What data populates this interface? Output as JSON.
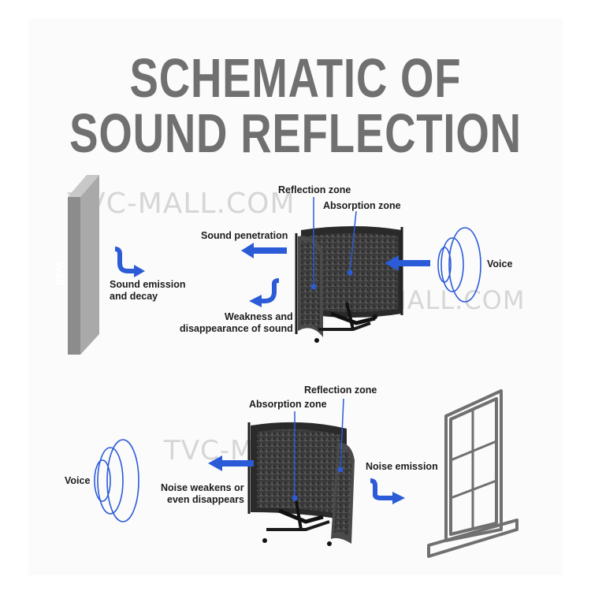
{
  "title": {
    "line1": "SCHEMATIC OF",
    "line2": "SOUND REFLECTION"
  },
  "watermark": {
    "text1": "TVC-MALL.COM",
    "text2": "MALL.COM",
    "text3": "TVC-MALL"
  },
  "top_diagram": {
    "wall": "Wall",
    "reflection_zone": "Reflection zone",
    "absorption_zone": "Absorption zone",
    "sound_penetration": "Sound penetration",
    "voice": "Voice",
    "sound_emission_line1": "Sound emission",
    "sound_emission_line2": "and decay",
    "weakness_line1": "Weakness and",
    "weakness_line2": "disappearance of sound"
  },
  "bottom_diagram": {
    "reflection_zone": "Reflection zone",
    "absorption_zone": "Absorption zone",
    "voice": "Voice",
    "noise_emission": "Noise emission",
    "noise_weakens_line1": "Noise weakens or",
    "noise_weakens_line2": "even disappears"
  },
  "colors": {
    "arrow_blue": "#2b5bd7",
    "title_gray": "#707070",
    "wall_gray": "#8c8c8c",
    "panel_dark": "#3b3b3b"
  }
}
